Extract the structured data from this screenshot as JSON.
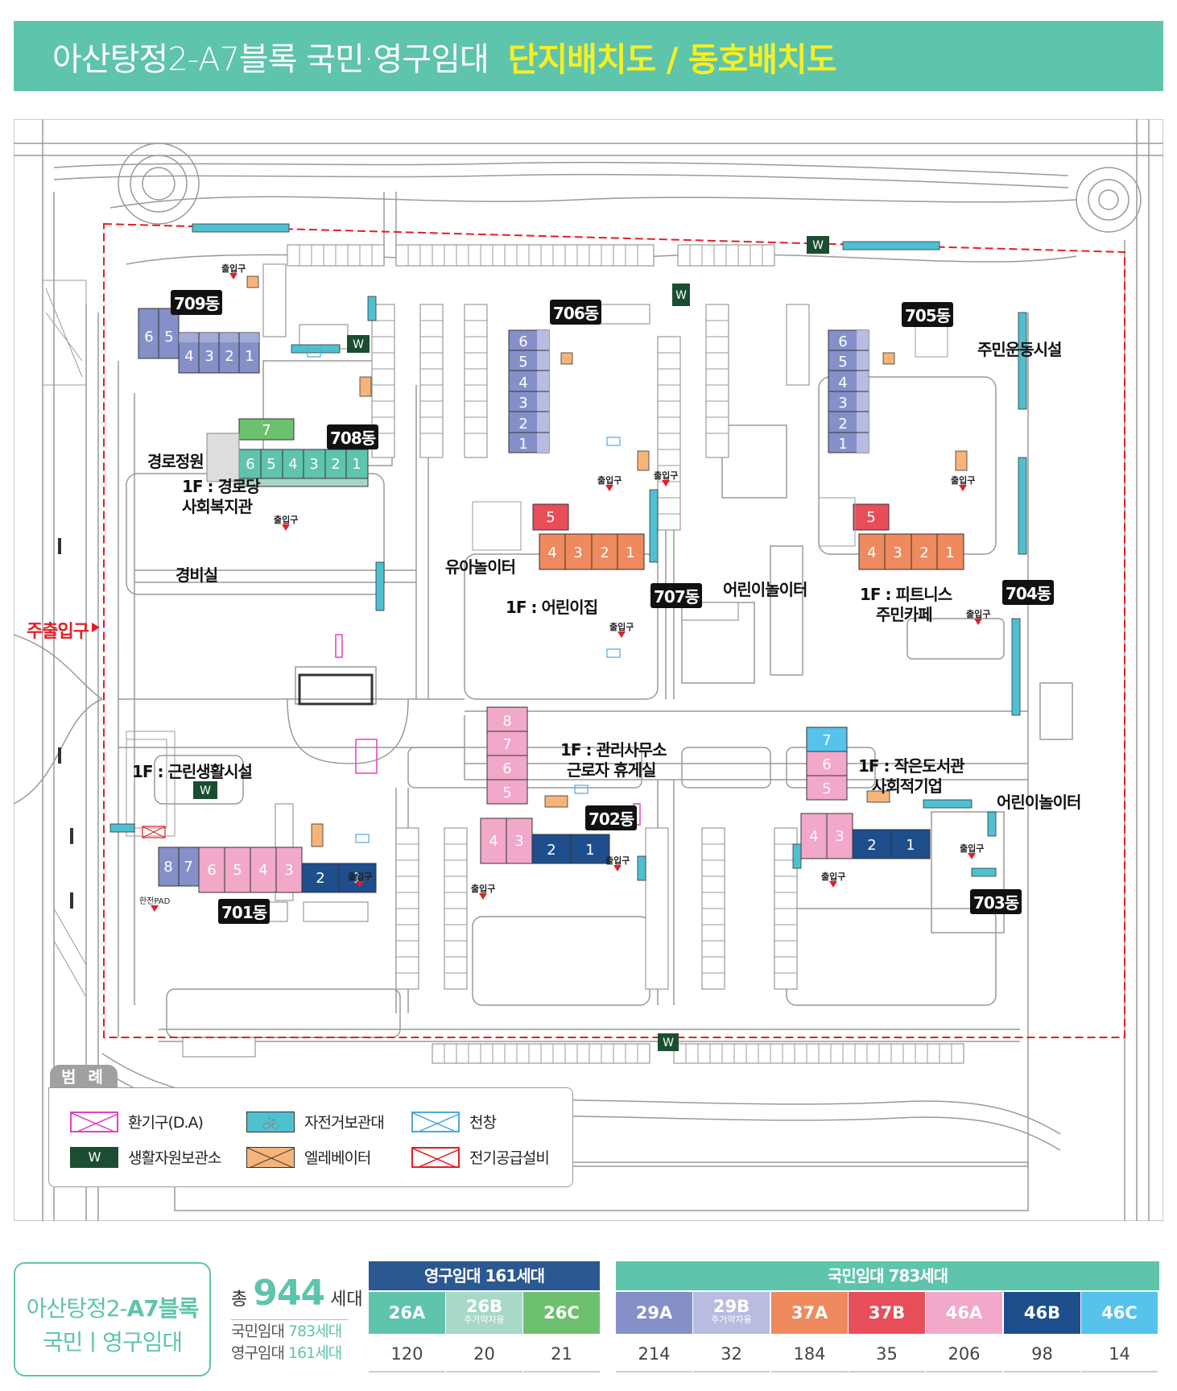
{
  "header": {
    "title": "아산탕정2-A7블록 국민·영구임대",
    "subtitle": "단지배치도 / 동호배치도"
  },
  "colors": {
    "brand": "#5ec4ac",
    "yellow": "#f6ef22",
    "navy_header": "#2b5891",
    "t26A": "#5ec4ac",
    "t26B": "#a8d8c6",
    "t26C": "#6cc06e",
    "t29A": "#8590c8",
    "t29B": "#b7bce0",
    "t37A": "#ef8a5e",
    "t37B": "#e84e5a",
    "t46A": "#f2a8c8",
    "t46B": "#1f4e8c",
    "t46C": "#55c3ec",
    "boundary": "#e41e26"
  },
  "map": {
    "labels": {
      "center_senior": "경로정원",
      "center_senior_1f": "1F : 경로당",
      "welfare": "사회복지관",
      "guard": "경비실",
      "main_entrance": "주출입구",
      "infant_play": "유아놀이터",
      "daycare": "1F : 어린이집",
      "kids_play1": "어린이놀이터",
      "fitness": "1F : 피트니스",
      "cafe": "주민카페",
      "sports": "주민운동시설",
      "shops": "1F : 근린생활시설",
      "office": "1F : 관리사무소",
      "rest": "근로자 휴게실",
      "library": "1F : 작은도서관",
      "social": "사회적기업",
      "kids_play2": "어린이놀이터",
      "pad": "한전PAD",
      "entrance": "출입구"
    },
    "dongs": {
      "d701": "701동",
      "d702": "702동",
      "d703": "703동",
      "d704": "704동",
      "d705": "705동",
      "d706": "706동",
      "d707": "707동",
      "d708": "708동",
      "d709": "709동"
    }
  },
  "legend": {
    "title": "범 례",
    "items": [
      "환기구(D.A)",
      "자전거보관대",
      "천창",
      "생활자원보관소",
      "엘레베이터",
      "전기공급설비"
    ],
    "w": "W"
  },
  "summary": {
    "name_prefix": "아산탕정2-",
    "name_block": "A7블록",
    "name_line2": "국민ㅣ영구임대",
    "total_prefix": "총",
    "total_num": "944",
    "total_unit": "세대",
    "national_label": "국민임대",
    "national_value": "783세대",
    "permanent_label": "영구임대",
    "permanent_value": "161세대"
  },
  "table": {
    "permanent_title": "영구임대 161세대",
    "national_title": "국민임대 783세대",
    "types": [
      {
        "name": "26A",
        "sub": "",
        "count": "120"
      },
      {
        "name": "26B",
        "sub": "주거약자용",
        "count": "20"
      },
      {
        "name": "26C",
        "sub": "",
        "count": "21"
      },
      {
        "name": "29A",
        "sub": "",
        "count": "214"
      },
      {
        "name": "29B",
        "sub": "주거약자용",
        "count": "32"
      },
      {
        "name": "37A",
        "sub": "",
        "count": "184"
      },
      {
        "name": "37B",
        "sub": "",
        "count": "35"
      },
      {
        "name": "46A",
        "sub": "",
        "count": "206"
      },
      {
        "name": "46B",
        "sub": "",
        "count": "98"
      },
      {
        "name": "46C",
        "sub": "",
        "count": "14"
      }
    ]
  }
}
